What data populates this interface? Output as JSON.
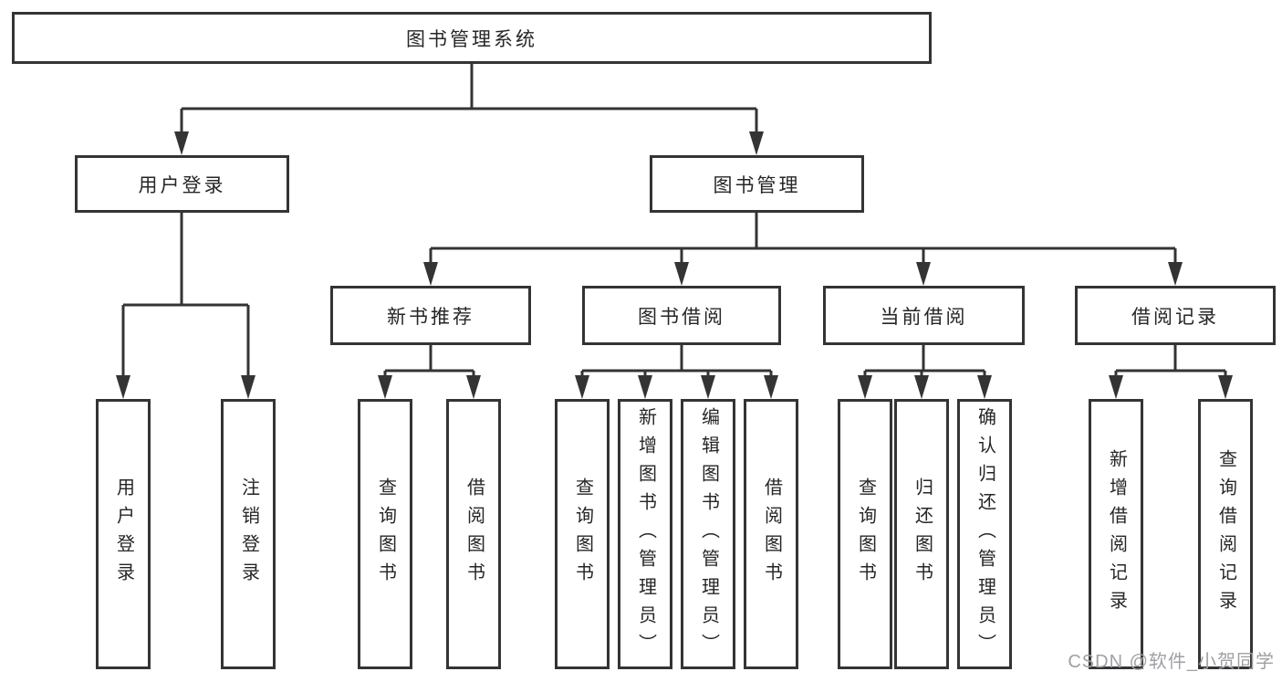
{
  "title": "图书管理系统",
  "level2": {
    "user_login": "用户登录",
    "book_mgmt": "图书管理"
  },
  "level3": {
    "new_book_rec": "新书推荐",
    "book_borrow": "图书借阅",
    "current_borrow": "当前借阅",
    "borrow_records": "借阅记录"
  },
  "leaves": {
    "user_login": "用户登录",
    "logout": "注销登录",
    "query_books_b": "查询图书",
    "borrow_books_b": "借阅图书",
    "query_books_c": "查询图书",
    "add_book_admin": "新增图书（管理员）",
    "edit_book_admin": "编辑图书（管理员）",
    "borrow_books_c": "借阅图书",
    "query_books_d": "查询图书",
    "return_books": "归还图书",
    "confirm_return_admin": "确认归还（管理员）",
    "add_borrow_record": "新增借阅记录",
    "query_borrow_record": "查询借阅记录"
  },
  "watermark": "CSDN @软件_小贺同学",
  "colors": {
    "line": "#343434",
    "box_border": "#343434",
    "text": "#262626",
    "watermark": "#9fa0a4",
    "background": "#ffffff"
  }
}
